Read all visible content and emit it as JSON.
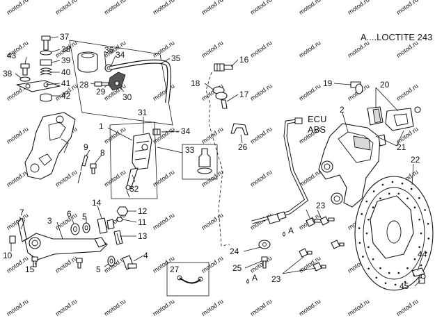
{
  "note": "A....LOCTITE 243",
  "labels": {
    "l1": "1",
    "l2": "2",
    "l3": "3",
    "l4": "4",
    "l5a": "5",
    "l5b": "5",
    "l6": "6",
    "l7": "7",
    "l8": "8",
    "l9": "9",
    "l10": "10",
    "l11": "11",
    "l12": "12",
    "l13": "13",
    "l14": "14",
    "l15": "15",
    "l16": "16",
    "l17": "17",
    "l18": "18",
    "l19": "19",
    "l20": "20",
    "l21": "21",
    "l22": "22",
    "l23a": "23",
    "l23b": "23",
    "l24": "24",
    "l25": "25",
    "l26": "26",
    "l27": "27",
    "l28": "28",
    "l29": "29",
    "l30": "30",
    "l31": "31",
    "l32": "32",
    "l33": "33",
    "l34a": "34",
    "l34b": "34",
    "l35": "35",
    "l36": "36",
    "l37": "37",
    "l38a": "38",
    "l38b": "38",
    "l39": "39",
    "l40": "40",
    "l41": "41",
    "l42": "42",
    "l43": "43",
    "l44": "44",
    "l45": "45",
    "ecu": "ECU",
    "abs": "ABS",
    "markA1": "A",
    "markA2": "A"
  },
  "watermark": "motod.ru"
}
